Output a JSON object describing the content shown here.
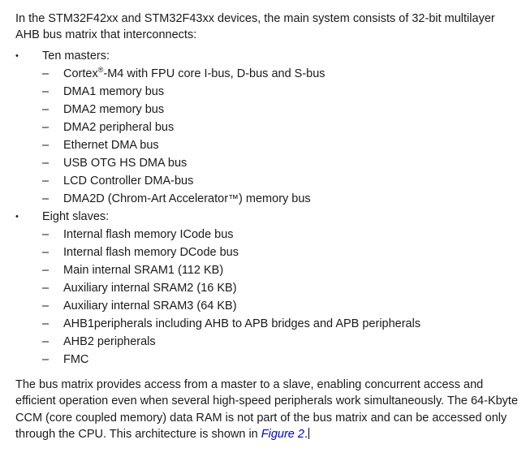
{
  "document": {
    "intro_paragraph": "In the STM32F42xx and STM32F43xx devices, the main system consists of 32-bit multilayer AHB bus matrix that interconnects:",
    "masters": {
      "heading": "Ten masters:",
      "bullet_marker": "•",
      "dash_marker": "–",
      "items": [
        {
          "prefix": "Cortex",
          "symbol": "®",
          "suffix": "-M4 with FPU core I-bus, D-bus and S-bus"
        },
        {
          "prefix": "DMA1 memory bus",
          "symbol": "",
          "suffix": ""
        },
        {
          "prefix": "DMA2 memory bus",
          "symbol": "",
          "suffix": ""
        },
        {
          "prefix": "DMA2 peripheral bus",
          "symbol": "",
          "suffix": ""
        },
        {
          "prefix": "Ethernet DMA bus",
          "symbol": "",
          "suffix": ""
        },
        {
          "prefix": "USB OTG HS DMA bus",
          "symbol": "",
          "suffix": ""
        },
        {
          "prefix": "LCD Controller DMA-bus",
          "symbol": "",
          "suffix": ""
        },
        {
          "prefix": "DMA2D (Chrom-Art Accelerator",
          "symbol": "™",
          "suffix": ") memory bus"
        }
      ]
    },
    "slaves": {
      "heading": "Eight slaves:",
      "bullet_marker": "•",
      "dash_marker": "–",
      "items": [
        "Internal flash memory ICode bus",
        "Internal flash memory DCode bus",
        "Main internal SRAM1 (112 KB)",
        "Auxiliary internal SRAM2 (16 KB)",
        "Auxiliary internal SRAM3 (64 KB)",
        "AHB1peripherals including AHB to APB bridges and APB peripherals",
        "AHB2 peripherals",
        "FMC"
      ]
    },
    "closing": {
      "text_before_link": "The bus matrix provides access from a master to a slave, enabling concurrent access and efficient operation even when several high-speed peripherals work simultaneously. The 64-Kbyte CCM (core coupled memory) data RAM is not part of the bus matrix and can be accessed only through the CPU. This architecture is shown in ",
      "link_text": "Figure 2",
      "text_after_link": "."
    }
  },
  "colors": {
    "text": "#1a1a1a",
    "link": "#0000cc",
    "background": "#ffffff",
    "caret": "#000000"
  }
}
